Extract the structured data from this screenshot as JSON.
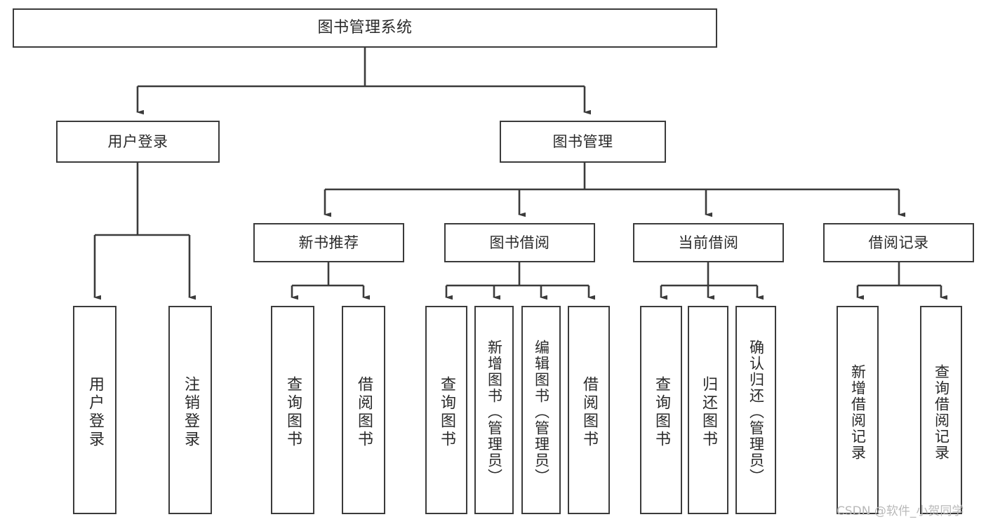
{
  "diagram": {
    "title": "图书管理系统",
    "watermark": "CSDN @软件_小贺同学",
    "colors": {
      "stroke": "#3b3b3b",
      "fill": "#ffffff",
      "text": "#2a2a2a",
      "watermark": "#b9b9b9"
    },
    "root": {
      "label": "图书管理系统"
    },
    "level2": [
      {
        "label": "用户登录"
      },
      {
        "label": "图书管理"
      }
    ],
    "level3": [
      {
        "label": "新书推荐"
      },
      {
        "label": "图书借阅"
      },
      {
        "label": "当前借阅"
      },
      {
        "label": "借阅记录"
      }
    ],
    "leaves": {
      "user_login": [
        {
          "label": "用户登录"
        },
        {
          "label": "注销登录"
        }
      ],
      "new_book_recommend": [
        {
          "label": "查询图书"
        },
        {
          "label": "借阅图书"
        }
      ],
      "book_borrow": [
        {
          "label": "查询图书"
        },
        {
          "label": "新增图书（管理员）"
        },
        {
          "label": "编辑图书（管理员）"
        },
        {
          "label": "借阅图书"
        }
      ],
      "current_borrow": [
        {
          "label": "查询图书"
        },
        {
          "label": "归还图书"
        },
        {
          "label": "确认归还（管理员）"
        }
      ],
      "borrow_record": [
        {
          "label": "新增借阅记录"
        },
        {
          "label": "查询借阅记录"
        }
      ]
    }
  }
}
